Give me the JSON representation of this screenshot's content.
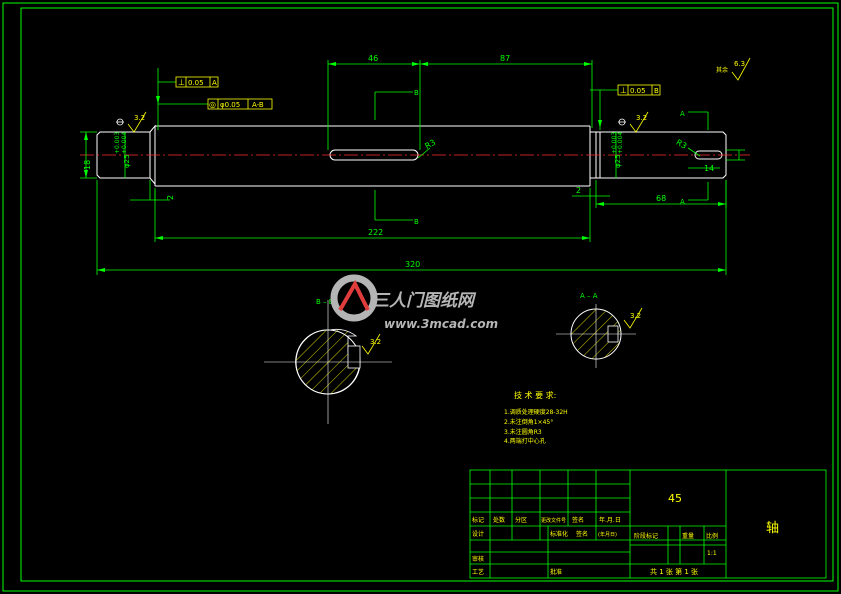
{
  "colors": {
    "background": "#000000",
    "frame": "#00ff00",
    "outline": "#ffffff",
    "center_line": "#ff3030",
    "dimension": "#00ff00",
    "annotation": "#ffff00",
    "watermark_gray": "#b5b5b5",
    "watermark_red": "#e03c3c"
  },
  "dimensions": {
    "d46": "46",
    "d87": "87",
    "d222": "222",
    "d320": "320",
    "d68": "68",
    "d14": "14",
    "d2_left": "2",
    "d2_right": "2",
    "d18": "18",
    "r3_left": "R3",
    "r3_right": "R3",
    "dia_left": "φ25",
    "dia_left_tol_upper": "+0.003",
    "dia_left_tol_lower": "+0.004",
    "dia_right": "φ25",
    "dia_right_tol_upper": "+0.003",
    "dia_right_tol_lower": "+0.004"
  },
  "tolerances": {
    "perp_left": "⊥",
    "perp_left_value": "0.05",
    "perp_left_datum": "A",
    "conc_symbol": "◎",
    "conc_value": "φ0.05",
    "conc_datum": "A-B",
    "perp_right": "⊥",
    "perp_right_value": "0.05",
    "perp_right_datum": "B"
  },
  "surface": {
    "rough_left": "3.2",
    "rough_right": "3.2",
    "rough_overall": "6.3",
    "rough_overall_label": "其余",
    "rough_section_b": "3.2",
    "rough_section_a": "3.2"
  },
  "sections": {
    "b_top": "B",
    "b_bottom": "B",
    "a_top": "A",
    "a_bottom": "A",
    "view_b_label": "B – B",
    "view_a_label": "A – A"
  },
  "tech": {
    "title": "技 术 要 求:",
    "items": [
      "1.调质处理硬度28-32H",
      "2.未注倒角1×45°",
      "3.未注圆角R3",
      "4.两端打中心孔"
    ]
  },
  "title_block": {
    "material": "45",
    "part_name": "轴",
    "scale_value": "1:1",
    "sheet_info": "共 1 张 第 1 张",
    "headers": {
      "mark": "标记",
      "count": "处数",
      "zone": "分区",
      "doc_no": "更改文件号",
      "sign": "签名",
      "date": "年.月.日",
      "design": "设计",
      "standardize": "标准化",
      "sign2": "签名",
      "date2": "(年月日)",
      "stage_mark": "阶段标记",
      "weight": "重量",
      "scale": "比例",
      "audit": "审核",
      "process": "工艺",
      "approve": "批准"
    }
  },
  "watermark": {
    "brand": "三人门图纸网",
    "url": "www.3mcad.com"
  }
}
